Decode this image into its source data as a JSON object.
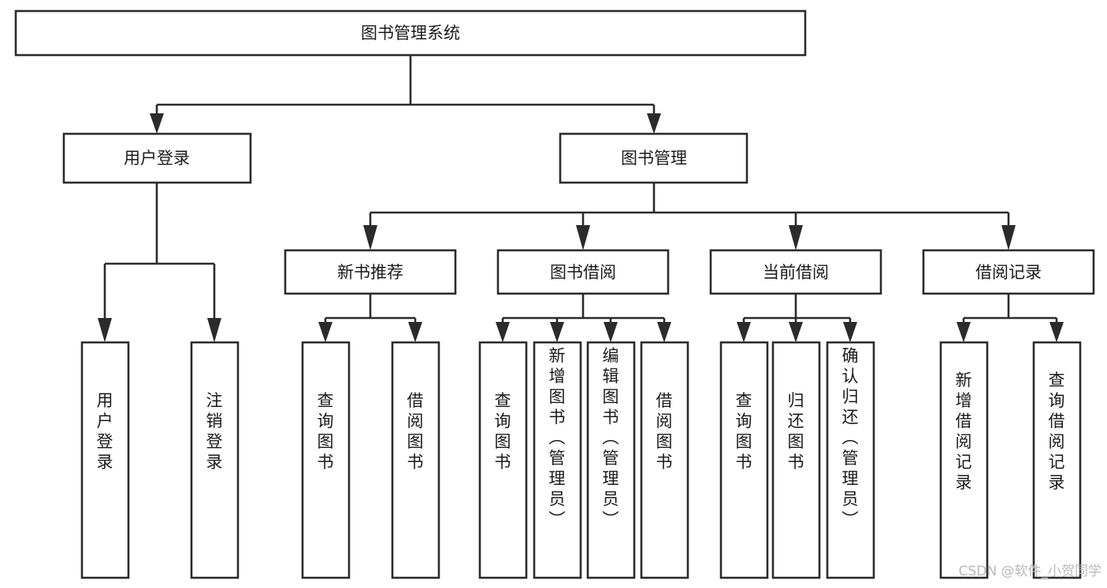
{
  "diagram": {
    "title": "图书管理系统",
    "type": "tree-hierarchy",
    "orientation": "top-down",
    "colors": {
      "box_stroke": "#2b2b2b",
      "box_fill": "#ffffff",
      "connector": "#2b2b2b",
      "text": "#1a1a1a",
      "background": "#ffffff",
      "watermark": "#b9b9b9"
    },
    "root": {
      "id": "root",
      "label": "图书管理系统"
    },
    "level2": [
      {
        "id": "user-login",
        "label": "用户登录"
      },
      {
        "id": "book-management",
        "label": "图书管理"
      }
    ],
    "level3": [
      {
        "id": "new-book-recommend",
        "label": "新书推荐",
        "parent": "book-management"
      },
      {
        "id": "book-borrow",
        "label": "图书借阅",
        "parent": "book-management"
      },
      {
        "id": "current-borrow",
        "label": "当前借阅",
        "parent": "book-management"
      },
      {
        "id": "borrow-record",
        "label": "借阅记录",
        "parent": "book-management"
      }
    ],
    "leaves": {
      "user-login": [
        {
          "id": "leaf-user-login",
          "label": "用户登录"
        },
        {
          "id": "leaf-user-logout",
          "label": "注销登录"
        }
      ],
      "new-book-recommend": [
        {
          "id": "leaf-query-book-1",
          "label": "查询图书"
        },
        {
          "id": "leaf-borrow-book-1",
          "label": "借阅图书"
        }
      ],
      "book-borrow": [
        {
          "id": "leaf-query-book-2",
          "label": "查询图书"
        },
        {
          "id": "leaf-add-book",
          "label": "新增图书（管理员）"
        },
        {
          "id": "leaf-edit-book",
          "label": "编辑图书（管理员）"
        },
        {
          "id": "leaf-borrow-book-2",
          "label": "借阅图书"
        }
      ],
      "current-borrow": [
        {
          "id": "leaf-query-book-3",
          "label": "查询图书"
        },
        {
          "id": "leaf-return-book",
          "label": "归还图书"
        },
        {
          "id": "leaf-confirm-return",
          "label": "确认归还（管理员）"
        }
      ],
      "borrow-record": [
        {
          "id": "leaf-add-record",
          "label": "新增借阅记录"
        },
        {
          "id": "leaf-query-record",
          "label": "查询借阅记录"
        }
      ]
    }
  },
  "watermark": {
    "text": "CSDN @软件_小贺同学"
  }
}
